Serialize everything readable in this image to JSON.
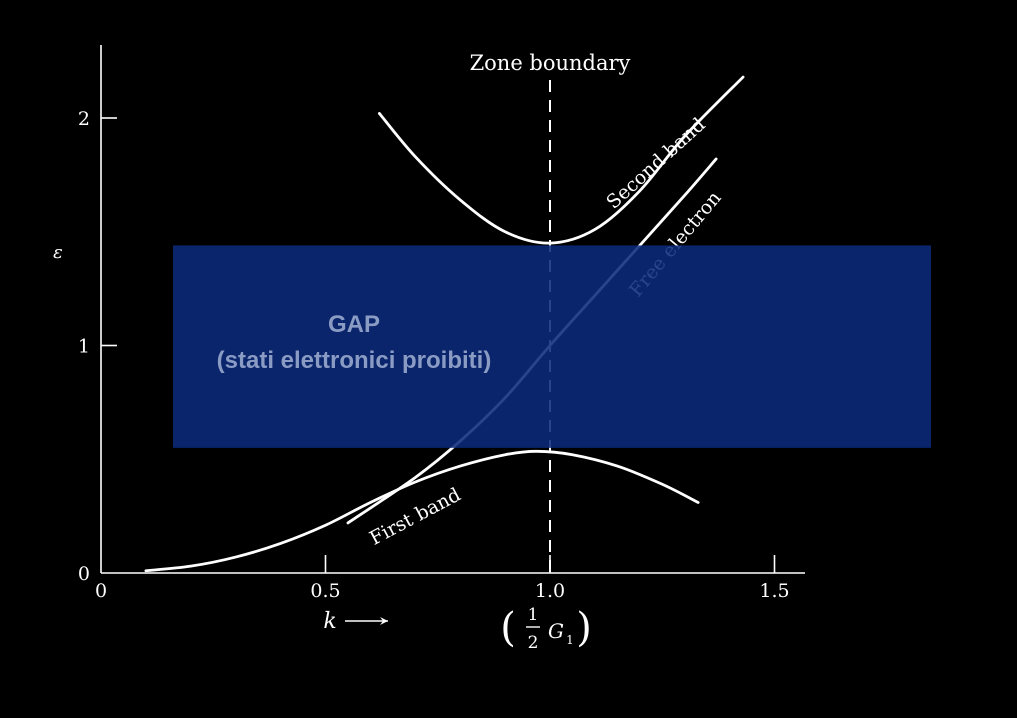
{
  "chart_data": {
    "type": "line",
    "title": "",
    "xlabel": "k",
    "ylabel": "ε",
    "xlim": [
      0,
      1.55
    ],
    "ylim": [
      0,
      2.3
    ],
    "x_ticks": [
      {
        "value": 0,
        "label": "0"
      },
      {
        "value": 0.5,
        "label": "0.5"
      },
      {
        "value": 1.0,
        "label": "1.0"
      },
      {
        "value": 1.5,
        "label": "1.5"
      }
    ],
    "y_ticks": [
      {
        "value": 0,
        "label": "0"
      },
      {
        "value": 1,
        "label": "1"
      },
      {
        "value": 2,
        "label": "2"
      }
    ],
    "x_sublabel": {
      "prefix": "1",
      "denominator": "2",
      "symbol": "G",
      "subscript": "1"
    },
    "series": [
      {
        "name": "First band",
        "x": [
          0.1,
          0.2,
          0.3,
          0.4,
          0.5,
          0.6,
          0.7,
          0.8,
          0.9,
          0.97,
          1.05,
          1.15,
          1.25,
          1.33
        ],
        "y": [
          0.01,
          0.03,
          0.07,
          0.13,
          0.21,
          0.31,
          0.4,
          0.47,
          0.52,
          0.535,
          0.52,
          0.47,
          0.39,
          0.31
        ]
      },
      {
        "name": "Second band",
        "x": [
          0.62,
          0.7,
          0.8,
          0.9,
          1.0,
          1.1,
          1.2,
          1.3,
          1.43
        ],
        "y": [
          2.02,
          1.83,
          1.64,
          1.5,
          1.45,
          1.51,
          1.68,
          1.92,
          2.18
        ]
      },
      {
        "name": "Free electron",
        "x": [
          0.55,
          0.7,
          0.8,
          0.9,
          1.0,
          1.1,
          1.2,
          1.3,
          1.37
        ],
        "y": [
          0.22,
          0.42,
          0.58,
          0.77,
          1.0,
          1.22,
          1.44,
          1.66,
          1.82
        ]
      }
    ],
    "zone_boundary": {
      "x": 1.0,
      "label": "Zone boundary"
    },
    "curve_labels": {
      "first_band": "First band",
      "second_band": "Second band",
      "free_electron": "Free electron"
    },
    "gap_band": {
      "y_min": 0.55,
      "y_max": 1.44,
      "title": "GAP",
      "subtitle": "(stati elettronici proibiti)",
      "color": "#0b2a7a"
    },
    "colors": {
      "background": "#000000",
      "curves": "#ffffff",
      "gap_fill": "#0b2a7a",
      "gap_text": "#8a9bc4"
    }
  }
}
